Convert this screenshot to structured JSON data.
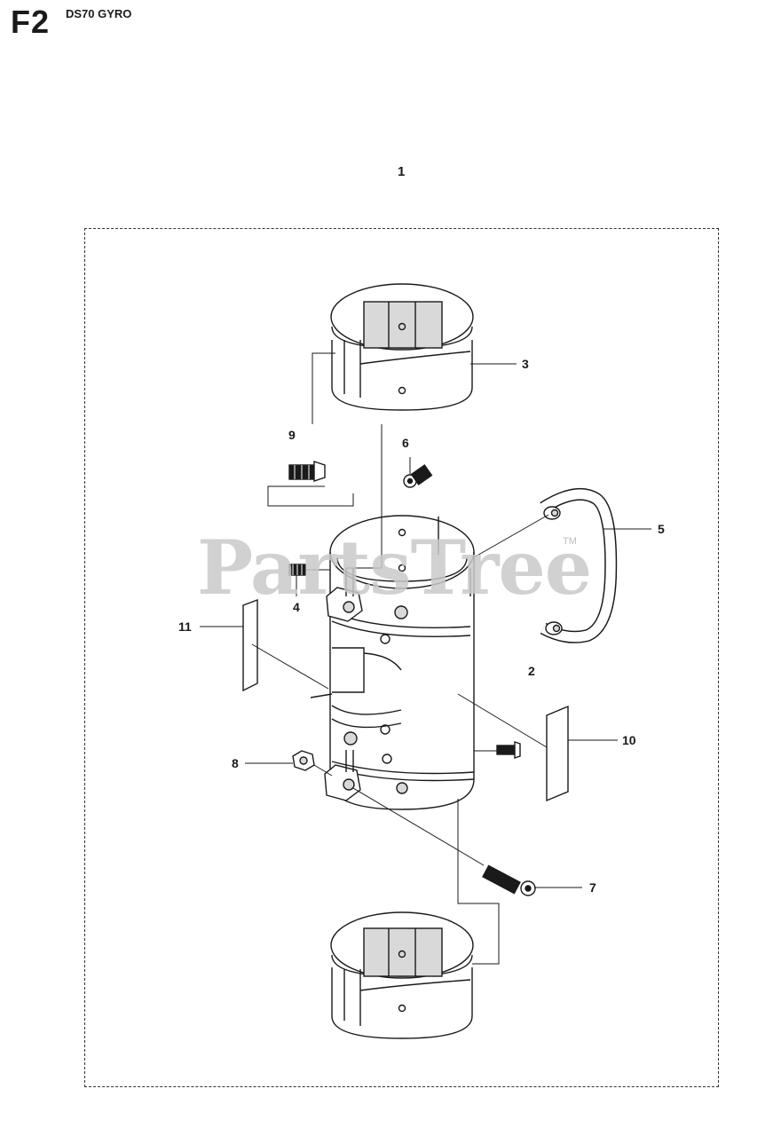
{
  "header": {
    "section_code": "F2",
    "model_name": "DS70 GYRO",
    "assembly_number": "1"
  },
  "watermark": {
    "text": "PartsTree",
    "trademark": "TM"
  },
  "callouts": [
    "2",
    "3",
    "4",
    "5",
    "6",
    "7",
    "8",
    "9",
    "10",
    "11"
  ],
  "colors": {
    "line": "#1a1a1a",
    "part_fill": "#ffffff",
    "part_shade": "#d9d9d9",
    "watermark": "#c9c9c9"
  }
}
